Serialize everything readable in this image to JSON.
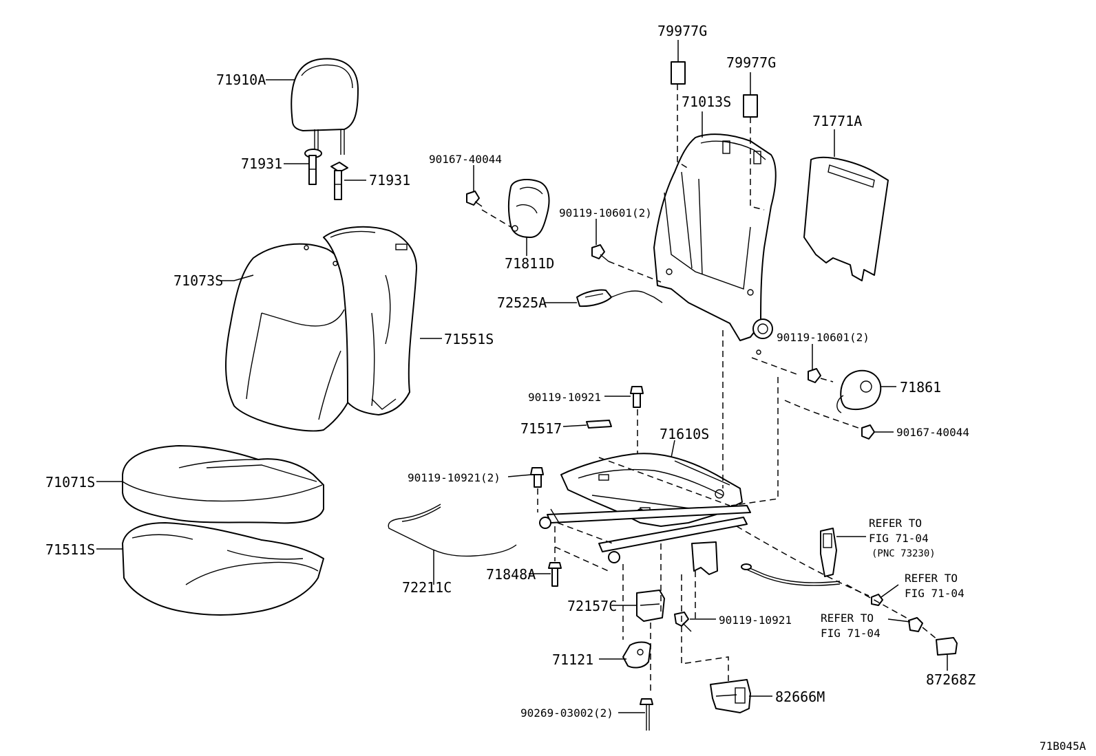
{
  "diagram": {
    "code": "71B045A",
    "labels": {
      "l79977g_a": "79977G",
      "l79977g_b": "79977G",
      "l71013s": "71013S",
      "l71771a": "71771A",
      "l71910a": "71910A",
      "l71931_a": "71931",
      "l71931_b": "71931",
      "l90167_a": "90167-40044",
      "l71811d": "71811D",
      "l90119_10601_a": "90119-10601(2)",
      "l72525a": "72525A",
      "l71073s": "71073S",
      "l71551s": "71551S",
      "l90119_10601_b": "90119-10601(2)",
      "l71861": "71861",
      "l90167_b": "90167-40044",
      "l90119_10921_a": "90119-10921",
      "l71517": "71517",
      "l71610s": "71610S",
      "l90119_10921_2": "90119-10921(2)",
      "l71071s": "71071S",
      "l71511s": "71511S",
      "l72211c": "72211C",
      "l71848a": "71848A",
      "l72157c": "72157C",
      "l90119_10921_b": "90119-10921",
      "l71121": "71121",
      "l90269": "90269-03002(2)",
      "l82666m": "82666M",
      "l87268z": "87268Z",
      "refer1_a": "REFER TO",
      "refer1_b": "FIG 71-04",
      "refer1_c": "(PNC 73230)",
      "refer2_a": "REFER TO",
      "refer2_b": "FIG 71-04",
      "refer3_a": "REFER TO",
      "refer3_b": "FIG 71-04"
    }
  }
}
